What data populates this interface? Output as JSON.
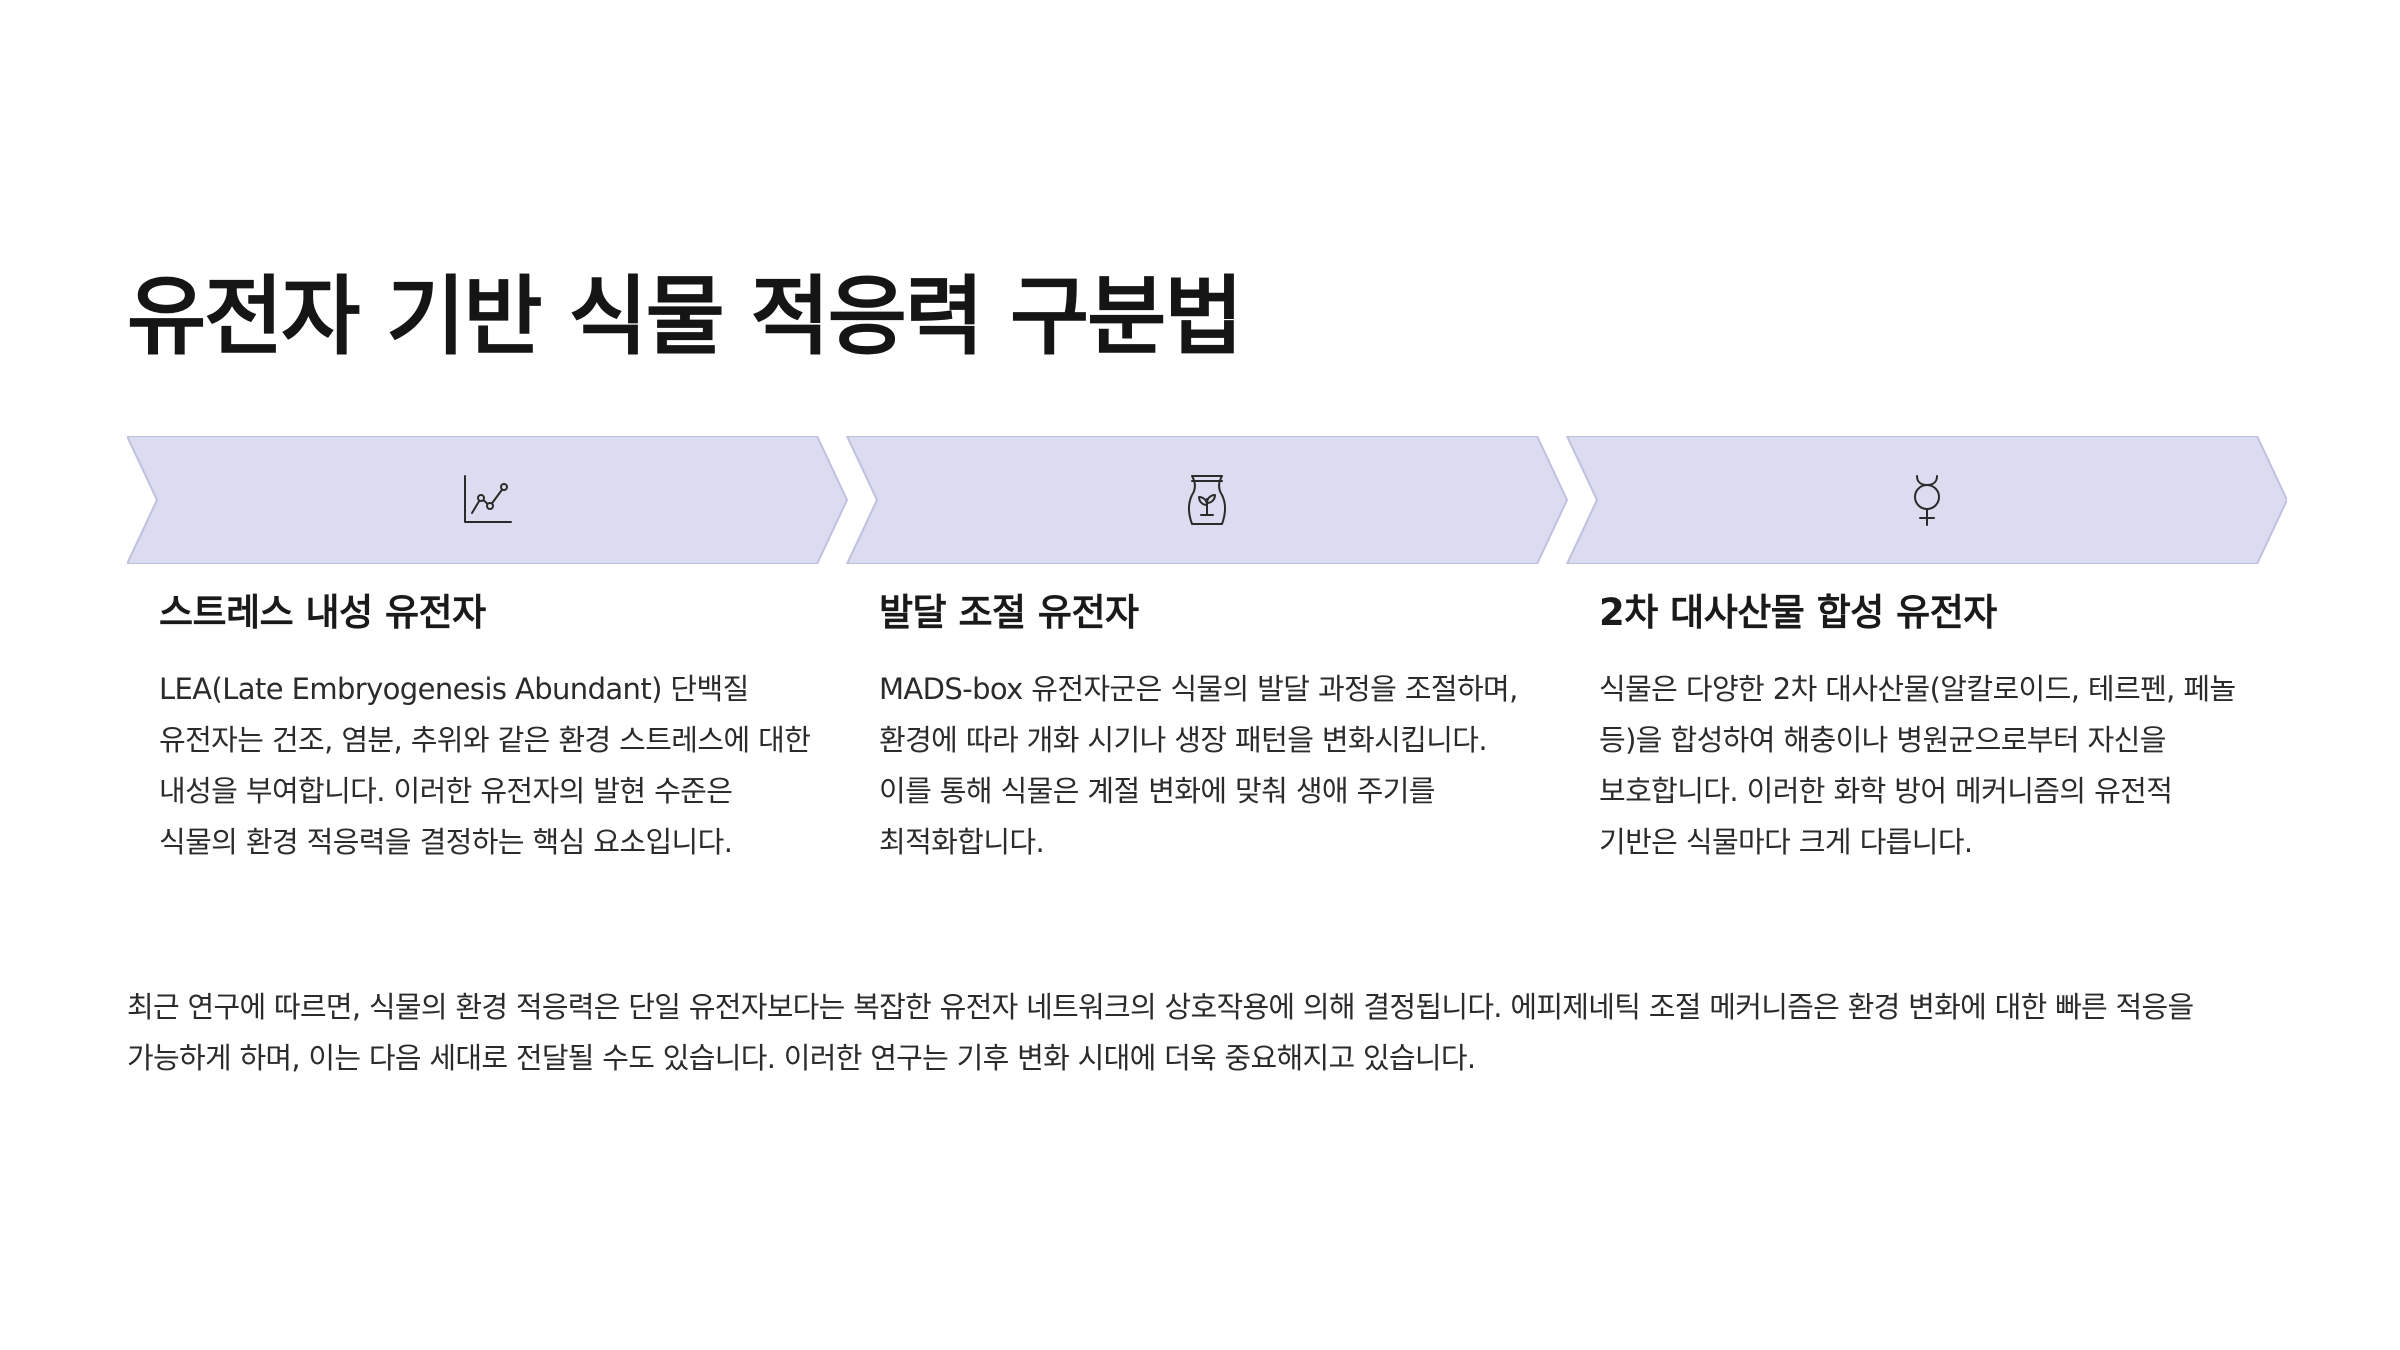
{
  "title": "유전자 기반 식물 적응력 구분법",
  "colors": {
    "chevron_fill": "#dcdcf0",
    "chevron_stroke": "#bfc0e0",
    "icon_stroke": "#2a2a2a"
  },
  "cards": [
    {
      "icon": "line-chart-icon",
      "heading": "스트레스 내성 유전자",
      "body": "LEA(Late Embryogenesis Abundant) 단백질 유전자는 건조, 염분, 추위와 같은 환경 스트레스에 대한 내성을 부여합니다. 이러한 유전자의 발현 수준은 식물의 환경 적응력을 결정하는 핵심 요소입니다."
    },
    {
      "icon": "seed-bag-icon",
      "heading": "발달 조절 유전자",
      "body": "MADS-box 유전자군은 식물의 발달 과정을 조절하며, 환경에 따라 개화 시기나 생장 패턴을 변화시킵니다. 이를 통해 식물은 계절 변화에 맞춰 생애 주기를 최적화합니다."
    },
    {
      "icon": "mercury-symbol-icon",
      "heading": "2차 대사산물 합성 유전자",
      "body": "식물은 다양한 2차 대사산물(알칼로이드, 테르펜, 페놀 등)을 합성하여 해충이나 병원균으로부터 자신을 보호합니다. 이러한 화학 방어 메커니즘의 유전적 기반은 식물마다 크게 다릅니다."
    }
  ],
  "footer": "최근 연구에 따르면, 식물의 환경 적응력은 단일 유전자보다는 복잡한 유전자 네트워크의 상호작용에 의해 결정됩니다. 에피제네틱 조절 메커니즘은 환경 변화에 대한 빠른 적응을 가능하게 하며, 이는 다음 세대로 전달될 수도 있습니다. 이러한 연구는 기후 변화 시대에 더욱 중요해지고 있습니다."
}
